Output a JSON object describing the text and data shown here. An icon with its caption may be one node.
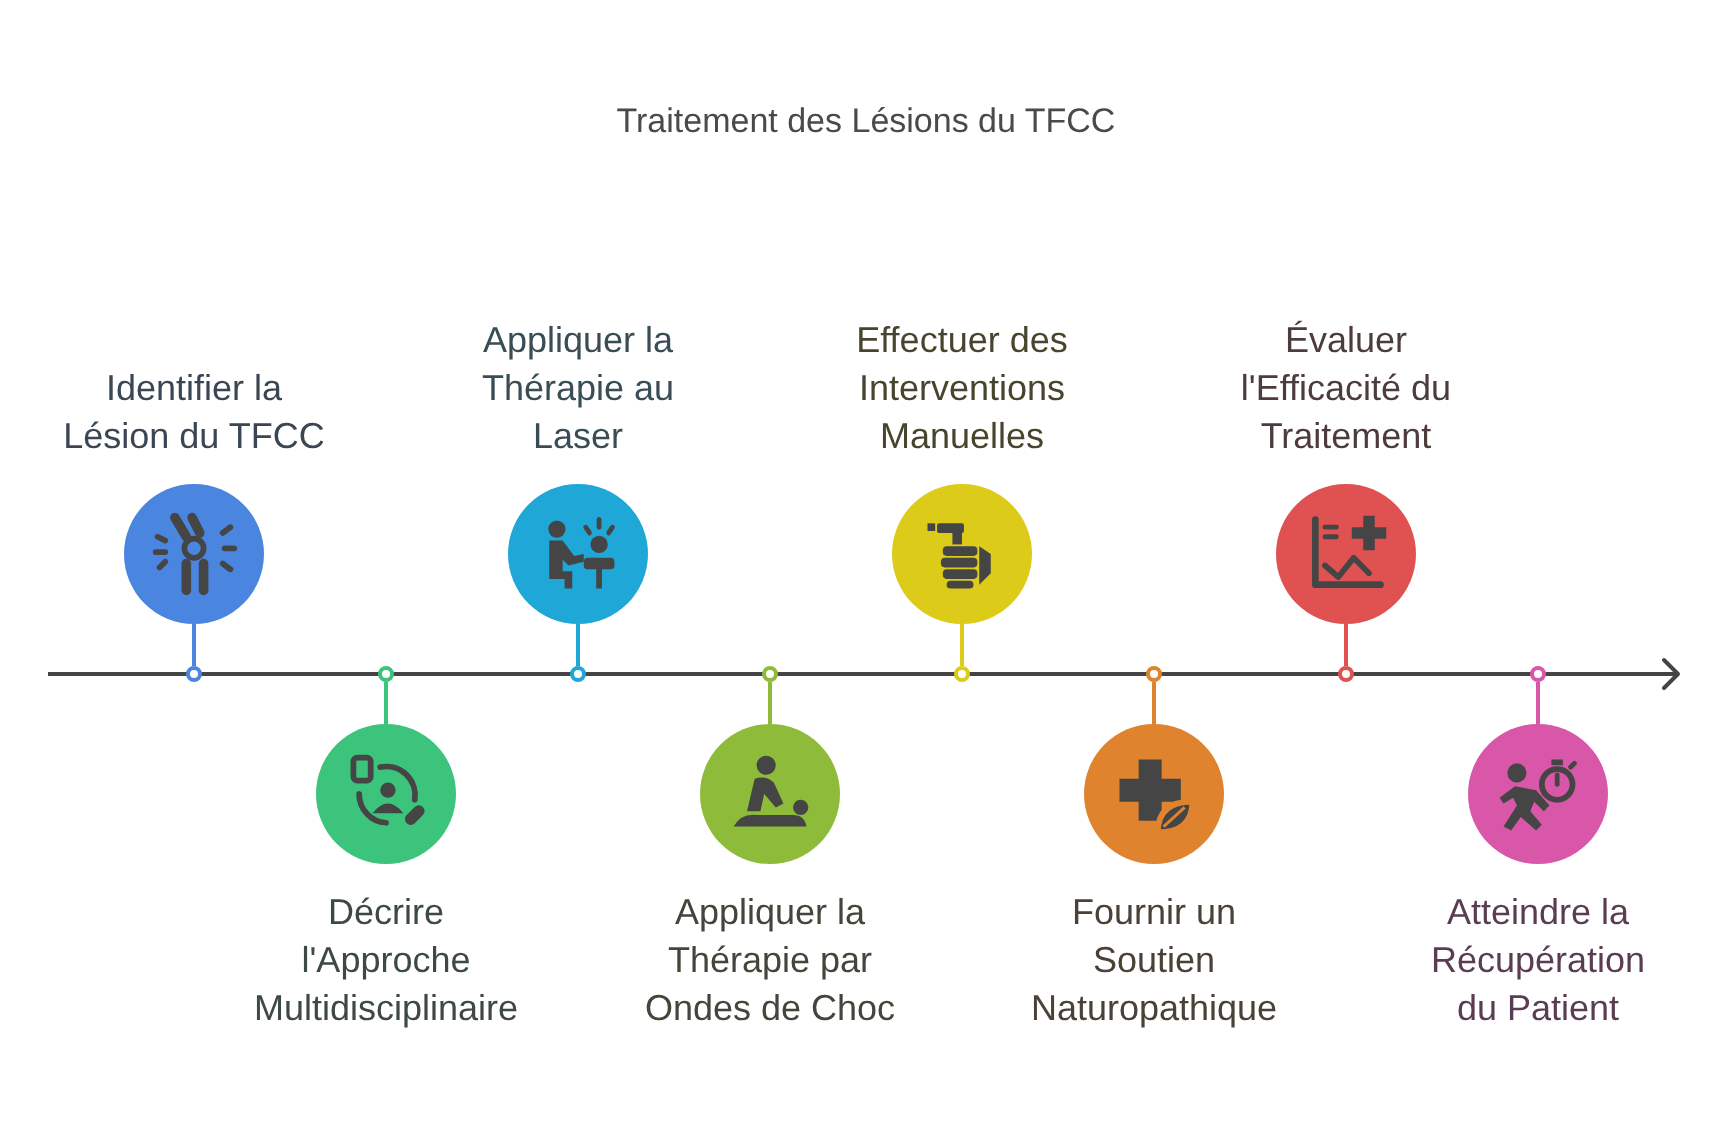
{
  "diagram": {
    "title": "Traitement des Lésions du TFCC",
    "nodes": [
      {
        "text": [
          "Identifier la Lésion du TFCC"
        ]
      },
      {
        "text": [
          "Décrire l'Approche Multidisciplinaire"
        ]
      },
      {
        "text": [
          "Appliquer la Thérapie au Laser"
        ]
      },
      {
        "text": [
          "Appliquer la Thérapie par Ondes de Choc"
        ]
      },
      {
        "text": [
          "Effectuer des Interventions Manuelles"
        ]
      },
      {
        "text": [
          "Fournir un Soutien Naturopathique"
        ]
      },
      {
        "text": [
          "Évaluer l'Efficacité du Traitement"
        ]
      },
      {
        "text": [
          "Atteindre la Récupération du Patient"
        ]
      },
      {
        "text": [],
        "shape": "circle"
      },
      {
        "text": [],
        "shape": "circle"
      },
      {
        "text": [],
        "shape": "circle"
      },
      {
        "text": [],
        "shape": "circle"
      },
      {
        "text": [],
        "shape": "circle"
      },
      {
        "text": [],
        "shape": "circle"
      },
      {
        "text": [],
        "shape": "circle"
      },
      {
        "text": [],
        "shape": "circle"
      }
    ],
    "edges": [
      {
        "from": 0,
        "to": 8,
        "arrow": "none",
        "color": "#4a86e0"
      },
      {
        "from": 1,
        "to": 9,
        "arrow": "none",
        "color": "#3cc47c"
      },
      {
        "from": 2,
        "to": 10,
        "arrow": "none",
        "color": "#1fa7d8"
      },
      {
        "from": 3,
        "to": 11,
        "arrow": "none",
        "color": "#8fbb3a"
      },
      {
        "from": 4,
        "to": 12,
        "arrow": "none",
        "color": "#dccb18"
      },
      {
        "from": 5,
        "to": 13,
        "arrow": "none",
        "color": "#e0832f"
      },
      {
        "from": 6,
        "to": 14,
        "arrow": "none",
        "color": "#e05252"
      },
      {
        "from": 7,
        "to": 15,
        "arrow": "none",
        "color": "#d957a8"
      }
    ]
  }
}
